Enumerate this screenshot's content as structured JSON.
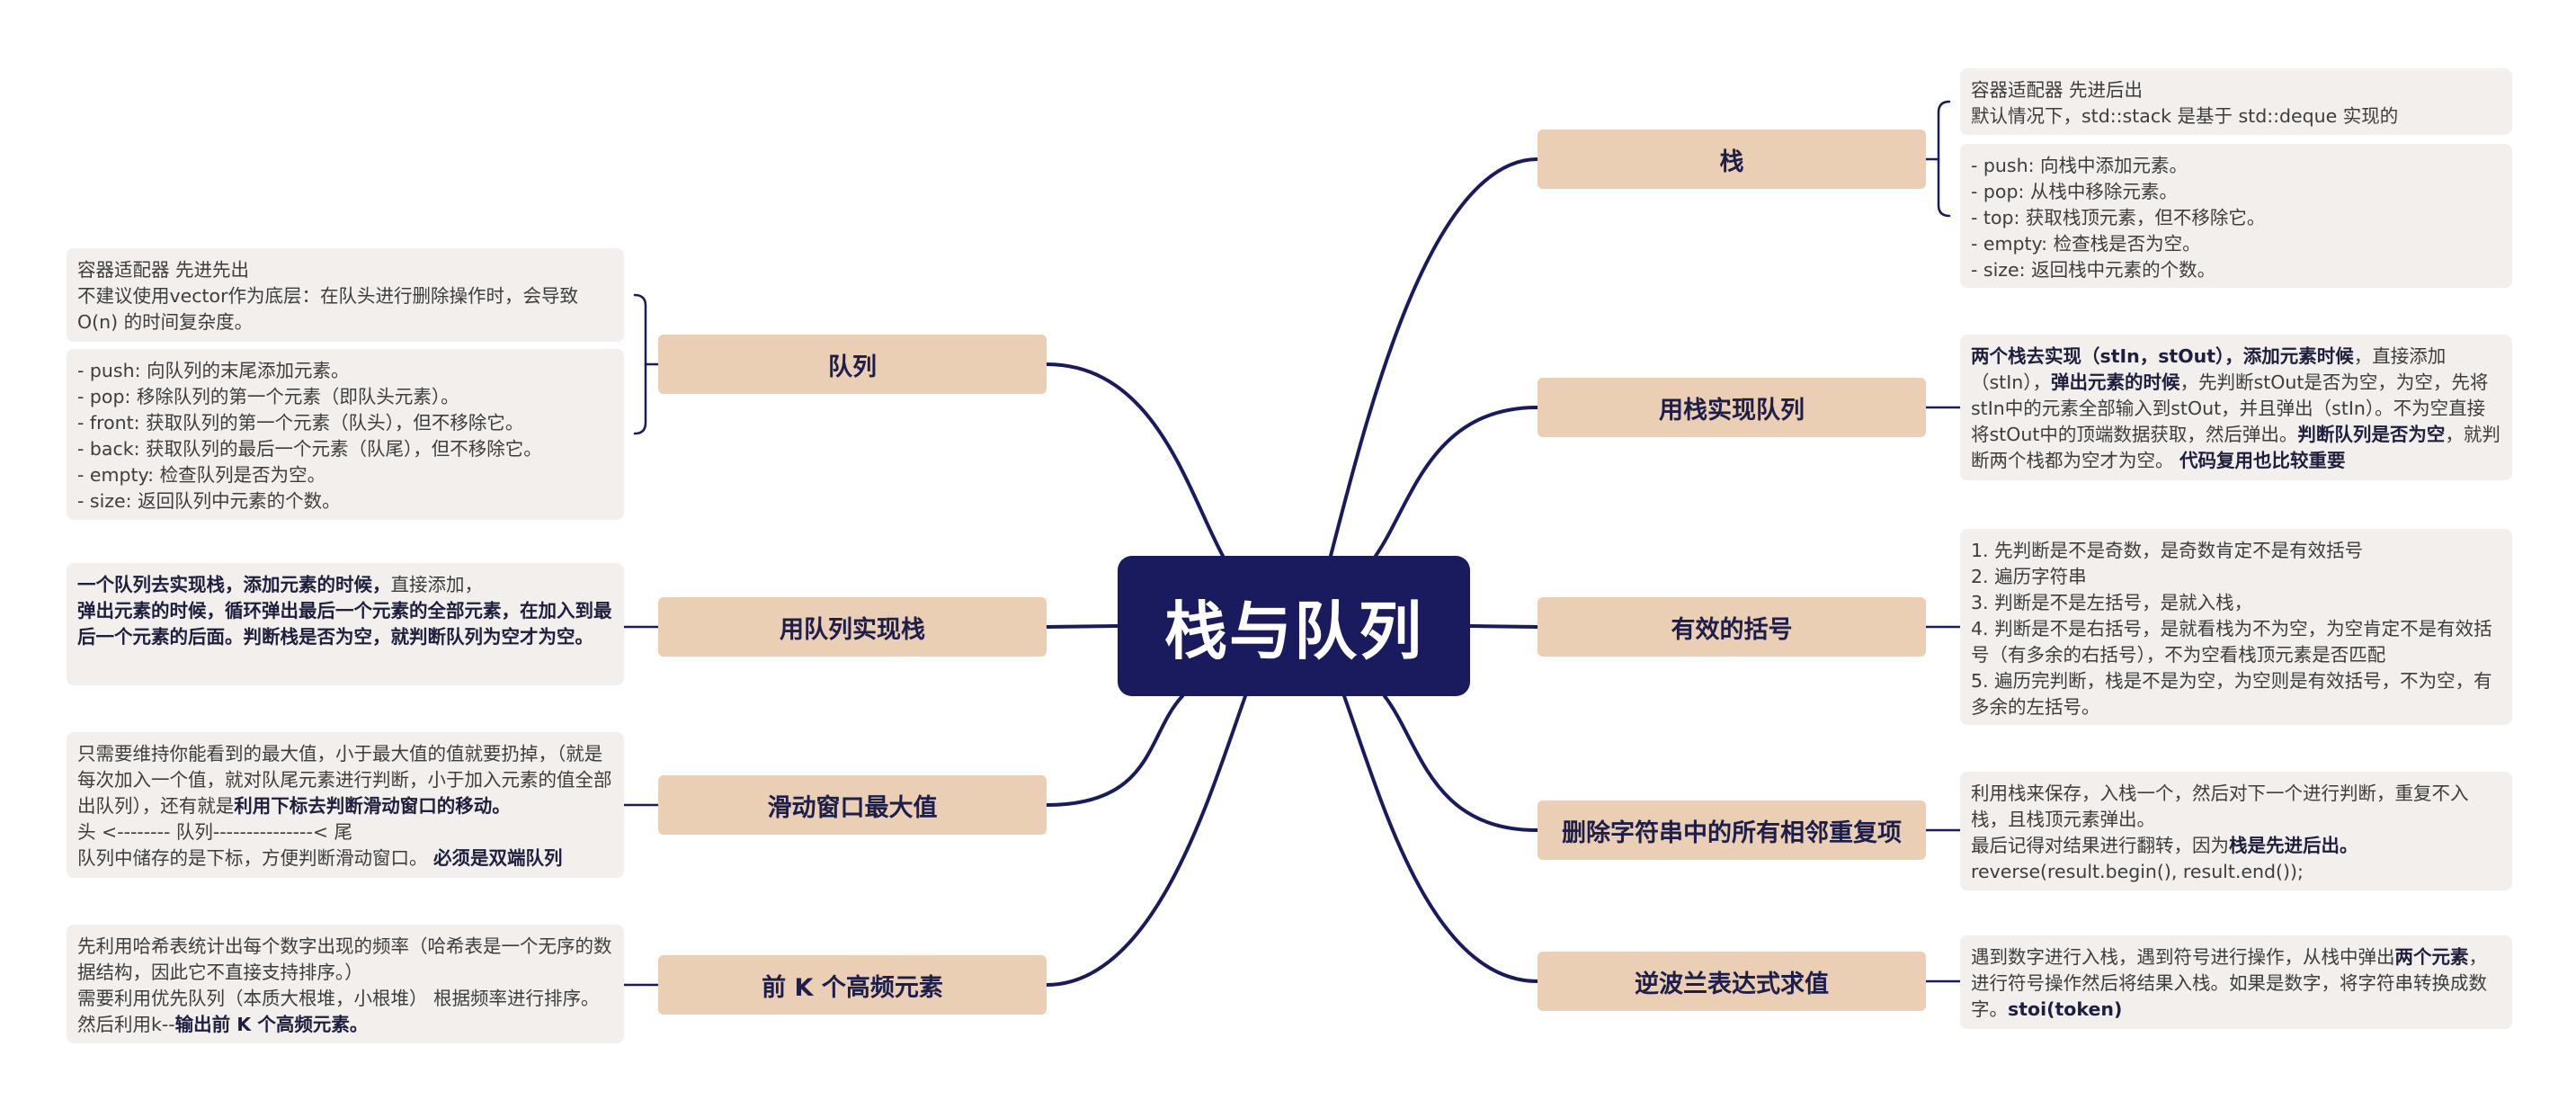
{
  "root": {
    "title": "栈与队列"
  },
  "right": {
    "stack": {
      "title": "栈",
      "notes": [
        [
          "容器适配器   先进后出",
          "默认情况下，std::stack 是基于 std::deque 实现的"
        ],
        [
          "- push: 向栈中添加元素。",
          "- pop: 从栈中移除元素。",
          "- top: 获取栈顶元素，但不移除它。",
          "- empty: 检查栈是否为空。",
          "- size: 返回栈中元素的个数。"
        ]
      ]
    },
    "queue_by_stack": {
      "title": "用栈实现队列",
      "segs": [
        {
          "t": "两个栈去实现（stIn，stOut），",
          "b": true
        },
        {
          "t": "添加元素时候",
          "b": true
        },
        {
          "t": "，直接添加（stIn），",
          "b": false
        },
        {
          "t": "弹出元素的时候",
          "b": true
        },
        {
          "t": "，先判断stOut是否为空，为空，先将stIn中的元素全部输入到stOut，并且弹出（stIn）。不为空直接将stOut中的顶端数据获取，然后弹出。",
          "b": false
        },
        {
          "t": "判断队列是否为空",
          "b": true
        },
        {
          "t": "，就判断两个栈都为空才为空。  ",
          "b": false
        },
        {
          "t": "代码复用也比较重要",
          "b": true
        }
      ]
    },
    "brackets": {
      "title": "有效的括号",
      "lines": [
        "1. 先判断是不是奇数，是奇数肯定不是有效括号",
        "2. 遍历字符串",
        "3. 判断是不是左括号，是就入栈，",
        "4. 判断是不是右括号，是就看栈为不为空，为空肯定不是有效括号（有多余的右括号），不为空看栈顶元素是否匹配",
        "5. 遍历完判断，栈是不是为空，为空则是有效括号，不为空，有多余的左括号。"
      ]
    },
    "dedup": {
      "title": "删除字符串中的所有相邻重复项",
      "segs": [
        {
          "t": "利用栈来保存，入栈一个，然后对下一个进行判断，重复不入栈，且栈顶元素弹出。",
          "b": false,
          "br": true
        },
        {
          "t": "最后记得对结果进行翻转，因为",
          "b": false
        },
        {
          "t": "栈是先进后出。",
          "b": true,
          "br": true
        },
        {
          "t": "reverse(result.begin(), result.end());",
          "b": false
        }
      ]
    },
    "rpn": {
      "title": "逆波兰表达式求值",
      "segs": [
        {
          "t": "遇到数字进行入栈，遇到符号进行操作，从栈中弹出",
          "b": false
        },
        {
          "t": "两个元素",
          "b": true
        },
        {
          "t": "，进行符号操作然后将结果入栈。如果是数字，将字符串转换成数字。",
          "b": false
        },
        {
          "t": "stoi(token)",
          "b": true
        }
      ]
    }
  },
  "left": {
    "queue": {
      "title": "队列",
      "notes": [
        [
          "容器适配器  先进先出",
          "不建议使用vector作为底层：在队头进行删除操作时，会导致 O(n) 的时间复杂度。"
        ],
        [
          "- push: 向队列的末尾添加元素。",
          "- pop: 移除队列的第一个元素（即队头元素）。",
          "- front: 获取队列的第一个元素（队头），但不移除它。",
          "- back: 获取队列的最后一个元素（队尾），但不移除它。",
          "- empty: 检查队列是否为空。",
          "- size: 返回队列中元素的个数。"
        ]
      ]
    },
    "stack_by_queue": {
      "title": "用队列实现栈",
      "segs": [
        {
          "t": "一个队列去实现栈，添加元素的时候，",
          "b": true
        },
        {
          "t": "直接添加，",
          "b": false,
          "br": true
        },
        {
          "t": "弹出元素的时候，循环弹出最后一个元素的全部元素，在加入到最后一个元素的后面。判断栈是否为空，就判断队列为空才为空。",
          "b": true
        }
      ]
    },
    "sliding": {
      "title": "滑动窗口最大值",
      "segs": [
        {
          "t": "只需要维持你能看到的最大值，小于最大值的值就要扔掉，（就是每次加入一个值，就对队尾元素进行判断，小于加入元素的值全部出队列），还有就是",
          "b": false
        },
        {
          "t": "利用下标去判断滑动窗口的移动。",
          "b": true,
          "br": true
        },
        {
          "t": " 头   <-------- 队列---------------<  尾",
          "b": false,
          "br": true
        },
        {
          "t": "队列中储存的是下标，方便判断滑动窗口。   ",
          "b": false
        },
        {
          "t": "必须是双端队列",
          "b": true
        }
      ]
    },
    "topk": {
      "title": "前 K 个高频元素",
      "segs": [
        {
          "t": "先利用哈希表统计出每个数字出现的频率（哈希表是一个无序的数据结构，因此它不直接支持排序。）",
          "b": false,
          "br": true
        },
        {
          "t": "需要利用优先队列（本质大根堆，小根堆）  根据频率进行排序。然后利用k--",
          "b": false
        },
        {
          "t": "输出前 K 个高频元素。",
          "b": true
        }
      ]
    }
  },
  "colors": {
    "root": "#1a1a5e",
    "topic": "#eacfb4",
    "note": "#f3efed",
    "link": "#1a1a5e"
  }
}
